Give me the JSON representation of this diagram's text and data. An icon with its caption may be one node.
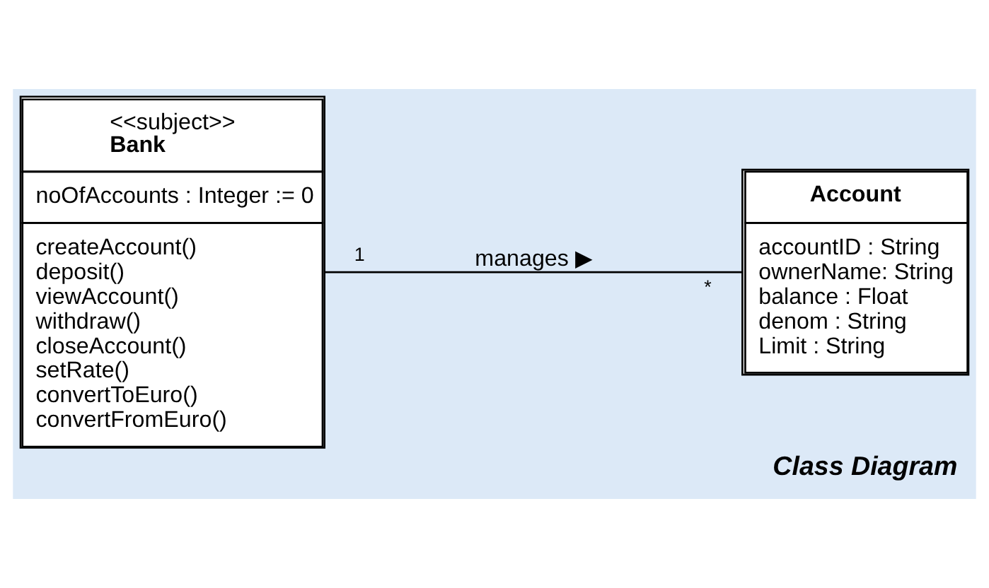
{
  "diagram": {
    "caption": "Class Diagram",
    "nodes": [
      {
        "text": [
          "<<subject>>",
          "Bank",
          "noOfAccounts : Integer := 0",
          "createAccount()",
          "deposit()",
          "viewAccount()",
          "withdraw()",
          "closeAccount()",
          "setRate()",
          "convertToEuro()",
          "convertFromEuro()"
        ]
      },
      {
        "text": [
          "Account",
          "accountID : String",
          "ownerName: String",
          "balance : Float",
          "denom : String",
          "Limit : String"
        ]
      }
    ],
    "edges": [
      {
        "from": 0,
        "to": 1,
        "arrow": "none",
        "label": "manages ▶"
      }
    ],
    "labels": [
      "1",
      "*"
    ]
  }
}
